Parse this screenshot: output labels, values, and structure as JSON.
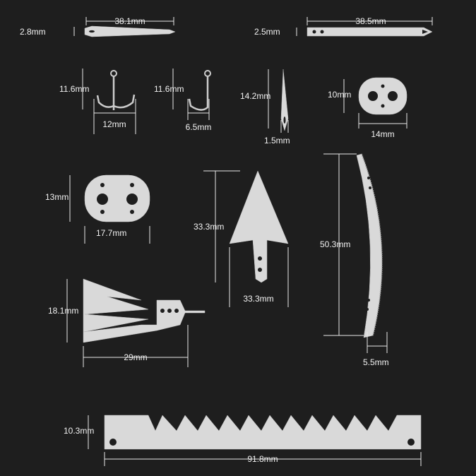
{
  "colors": {
    "background": "#1e1e1e",
    "metal": "#d9d9d9",
    "text": "#f2f2f2"
  },
  "parts": {
    "needle_1": {
      "length": "38.1mm",
      "width": "2.8mm"
    },
    "needle_2": {
      "length": "38.5mm",
      "width": "2.5mm"
    },
    "triple_hook": {
      "height": "11.6mm",
      "width": "12mm"
    },
    "single_hook": {
      "height": "11.6mm",
      "width": "6.5mm"
    },
    "small_needle": {
      "height": "14.2mm",
      "width": "1.5mm"
    },
    "small_plate": {
      "height": "10mm",
      "width": "14mm"
    },
    "large_plate": {
      "height": "13mm",
      "width": "17.7mm"
    },
    "arrowhead": {
      "height": "33.3mm",
      "width": "33.3mm"
    },
    "curved_saw": {
      "height": "50.3mm",
      "width": "5.5mm"
    },
    "fish_spear": {
      "height": "18.1mm",
      "width": "29mm"
    },
    "saw_blade": {
      "height": "10.3mm",
      "width": "91.8mm"
    }
  }
}
